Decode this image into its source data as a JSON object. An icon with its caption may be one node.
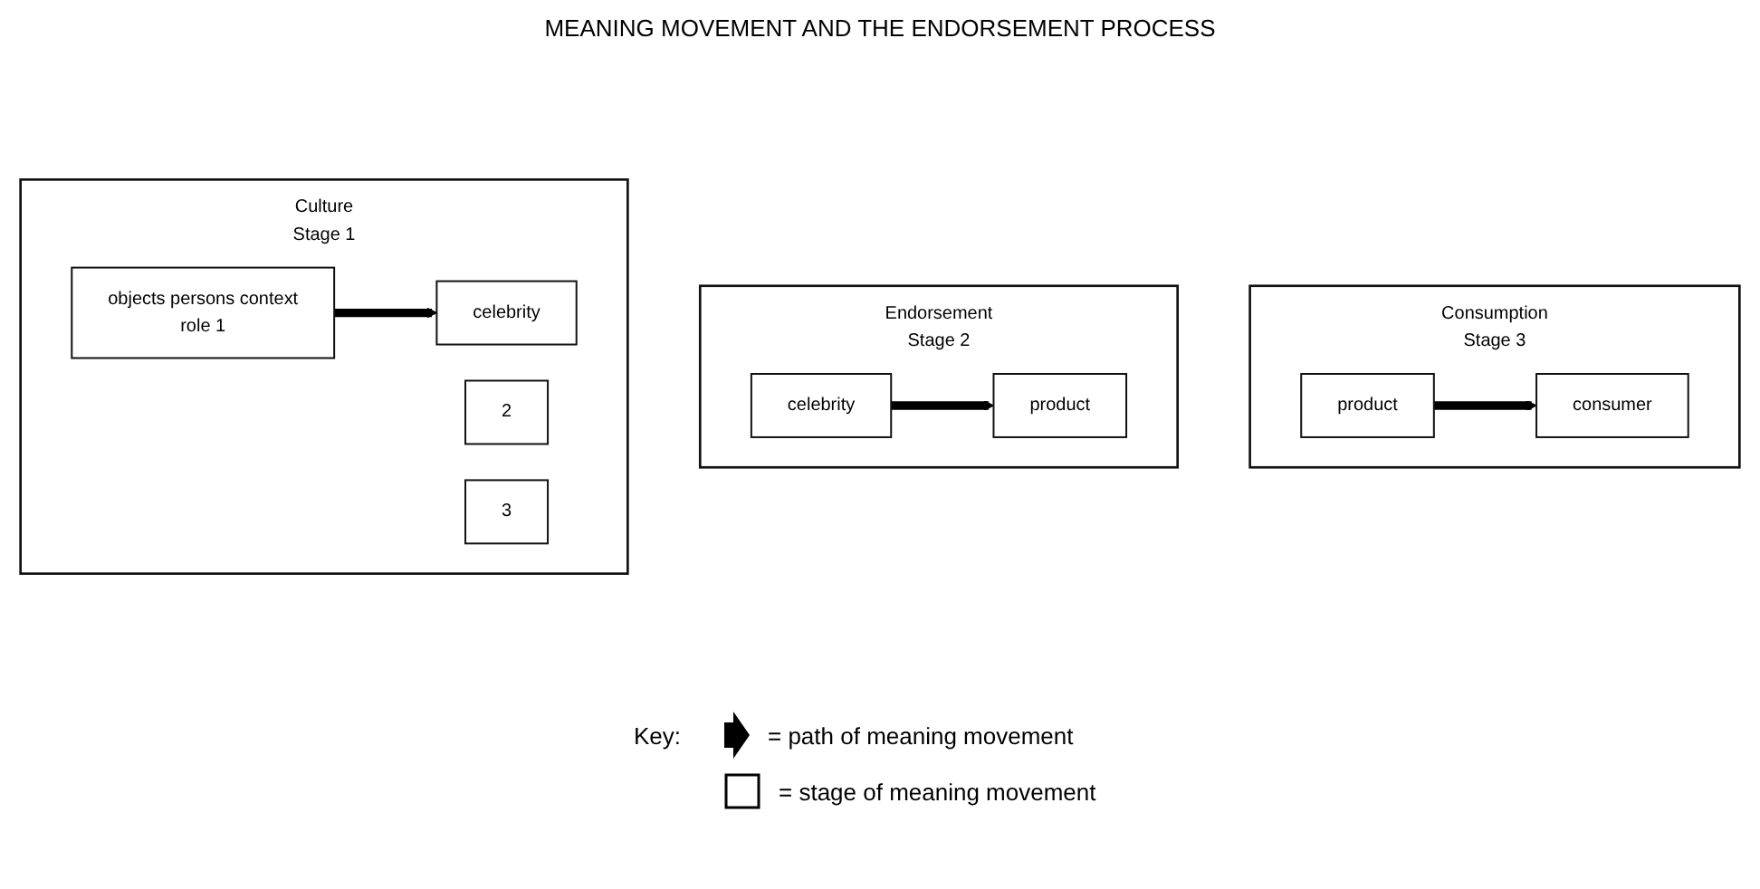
{
  "diagram": {
    "title": "MEANING MOVEMENT AND THE ENDORSEMENT PROCESS",
    "nodes": [
      {
        "text": [
          "Culture",
          "Stage 1"
        ]
      },
      {
        "text": [
          "objects persons context",
          "role 1"
        ],
        "in": 0
      },
      {
        "text": [
          "2"
        ],
        "in": 0
      },
      {
        "text": [
          "3"
        ],
        "in": 0
      },
      {
        "text": [
          "celebrity"
        ],
        "in": 0
      },
      {
        "text": [
          "Endorsement",
          "Stage 2"
        ]
      },
      {
        "text": [
          "celebrity"
        ],
        "in": 5
      },
      {
        "text": [
          "product"
        ],
        "in": 5
      },
      {
        "text": [
          "Consumption",
          "Stage 3"
        ]
      },
      {
        "text": [
          "product"
        ],
        "in": 8
      },
      {
        "text": [
          "consumer"
        ],
        "in": 8
      }
    ],
    "edges": [
      {
        "from": 1,
        "to": 4,
        "arrow": "to"
      },
      {
        "from": 6,
        "to": 7,
        "arrow": "to"
      },
      {
        "from": 9,
        "to": 10,
        "arrow": "to"
      }
    ],
    "labels": [
      "Key:"
    ],
    "legend": [
      {
        "text": "= path of meaning movement"
      },
      {
        "text": "= stage of meaning movement"
      }
    ]
  }
}
